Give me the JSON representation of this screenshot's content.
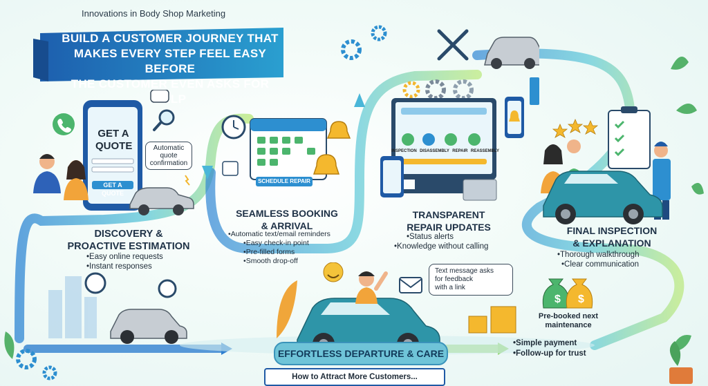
{
  "header": {
    "kicker": "Innovations in Body Shop Marketing",
    "banner_lines": [
      "Build a customer journey that",
      "makes every step feel easy before",
      "the customer even asks for help"
    ]
  },
  "discovery": {
    "title_lines": [
      "Discovery &",
      "Proactive Estimation"
    ],
    "bullets": [
      "Easy online requests",
      "Instant responses"
    ],
    "phone_title_lines": [
      "GET A",
      "QUOTE"
    ],
    "phone_button": "GET A QUOTE",
    "bubble_lines": [
      "Automatic",
      "quote",
      "confirmation"
    ]
  },
  "booking": {
    "title_lines": [
      "Seamless Booking",
      "& Arrival"
    ],
    "bullets": [
      "Automatic text/email reminders",
      "Easy check-in point",
      "Pre-filled forms",
      "Smooth drop-off"
    ],
    "calendar_button": "SCHEDULE REPAIR"
  },
  "updates": {
    "title_lines": [
      "Transparent",
      "Repair Updates"
    ],
    "bullets": [
      "Status alerts",
      "Knowledge without calling"
    ],
    "steps": [
      "Inspection",
      "Disassembly",
      "Repair",
      "Reassembly"
    ]
  },
  "inspection": {
    "title_lines": [
      "Final Inspection",
      "& Explanation"
    ],
    "bullets": [
      "Thorough walkthrough",
      "Clear communication"
    ]
  },
  "departure": {
    "banner": "EFFORTLESS DEPARTURE & CARE",
    "feedback_lines": [
      "Text message asks",
      "for feedback",
      "with a link"
    ],
    "maintenance_lines": [
      "Pre-booked next",
      "maintenance"
    ],
    "bullets": [
      "Simple payment",
      "Follow-up for trust"
    ]
  },
  "footer": {
    "text": "How to Attract More Customers..."
  },
  "colors": {
    "path": "#3f9fdc",
    "path_light": "#8ed8e0",
    "banner": "#1f6fb7",
    "teal_car": "#2e95a8",
    "gold": "#f4b82e",
    "green_plant": "#55b26a"
  }
}
